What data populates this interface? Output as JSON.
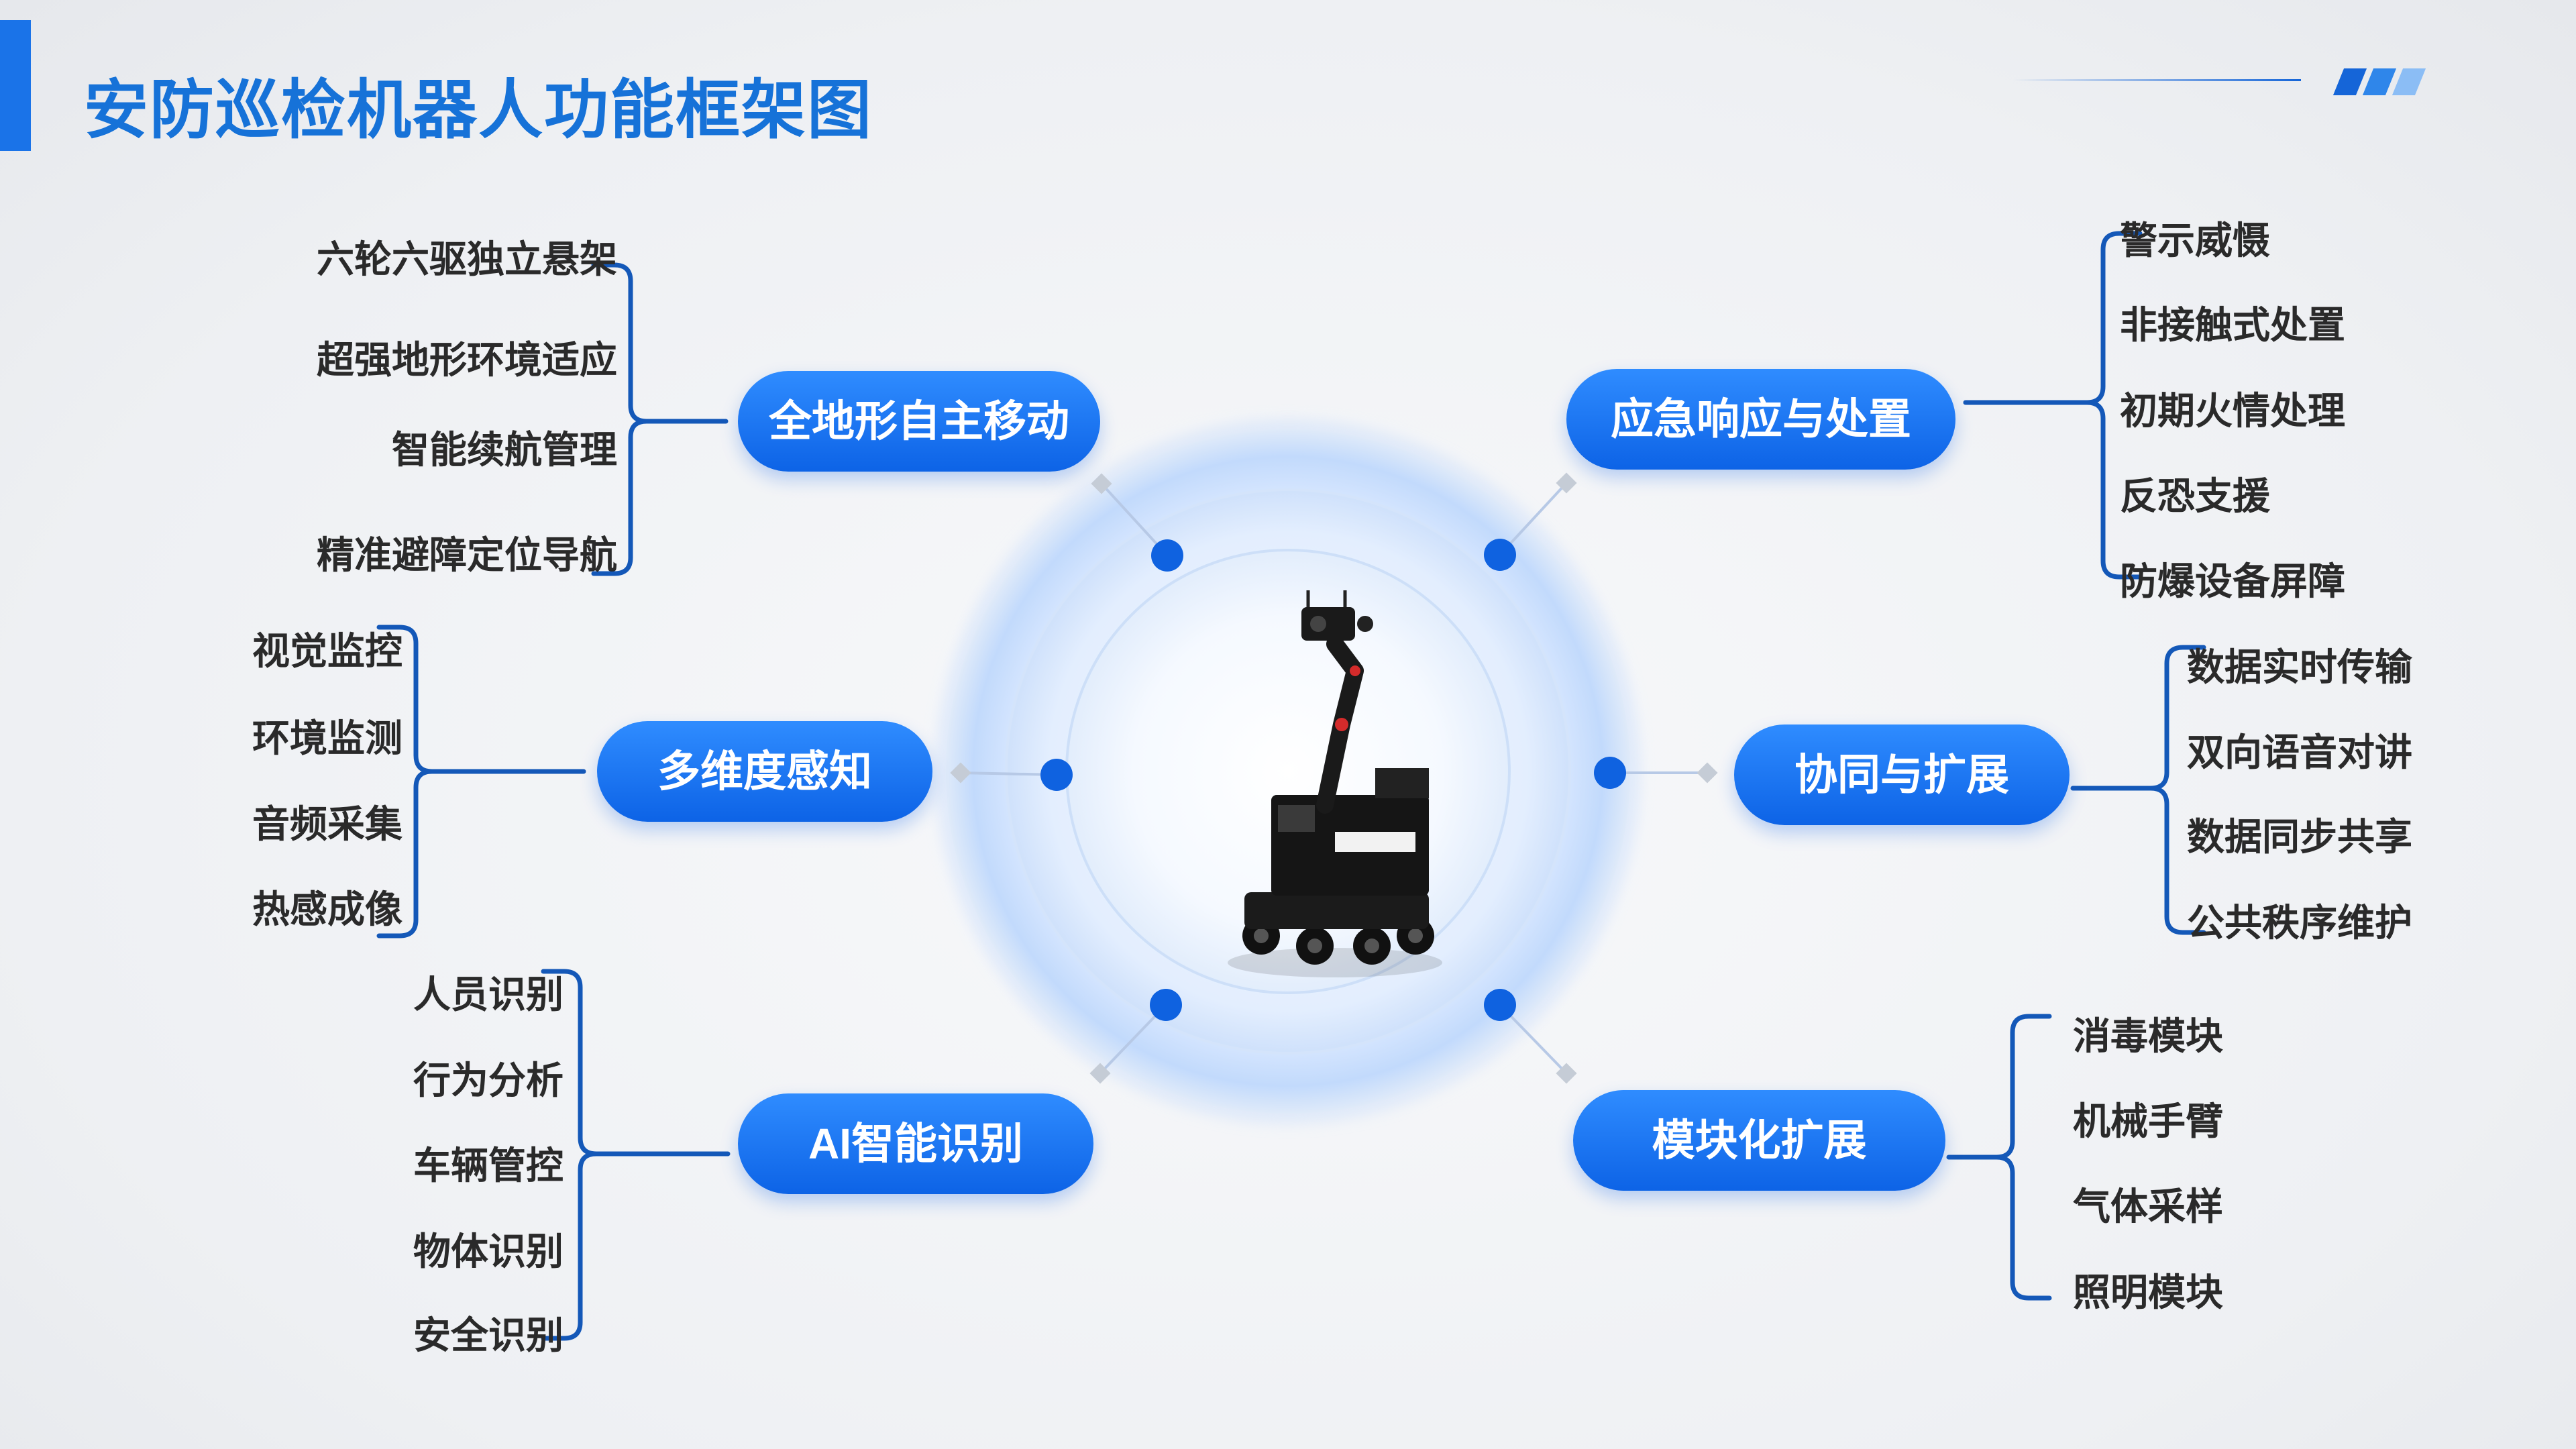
{
  "title": "安防巡检机器人功能框架图",
  "colors": {
    "primary": "#1672d8",
    "hub_gradient_top": "#2f8cff",
    "hub_gradient_bottom": "#0d63e6",
    "bracket": "#1458b8",
    "dot": "#0f62e0",
    "text": "#2a2a2a"
  },
  "hubs": [
    {
      "id": "all-terrain",
      "label": "全地形自主移动",
      "items": [
        "六轮六驱独立悬架",
        "超强地形环境适应",
        "智能续航管理",
        "精准避障定位导航"
      ]
    },
    {
      "id": "perception",
      "label": "多维度感知",
      "items": [
        "视觉监控",
        "环境监测",
        "音频采集",
        "热感成像"
      ]
    },
    {
      "id": "ai",
      "label": "AI智能识别",
      "items": [
        "人员识别",
        "行为分析",
        "车辆管控",
        "物体识别",
        "安全识别"
      ]
    },
    {
      "id": "emergency",
      "label": "应急响应与处置",
      "items": [
        "警示威慑",
        "非接触式处置",
        "初期火情处理",
        "反恐支援",
        "防爆设备屏障"
      ]
    },
    {
      "id": "collab",
      "label": "协同与扩展",
      "items": [
        "数据实时传输",
        "双向语音对讲",
        "数据同步共享",
        "公共秩序维护"
      ]
    },
    {
      "id": "modular",
      "label": "模块化扩展",
      "items": [
        "消毒模块",
        "机械手臂",
        "气体采样",
        "照明模块"
      ]
    }
  ],
  "robot_icon": "patrol-robot-icon"
}
